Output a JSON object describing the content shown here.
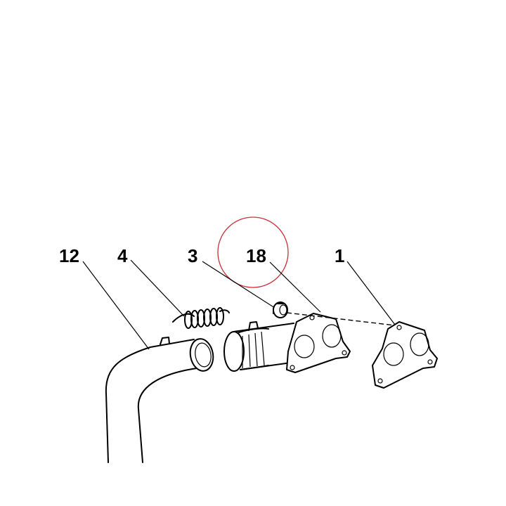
{
  "callouts": [
    {
      "id": "12",
      "label": "12"
    },
    {
      "id": "4",
      "label": "4"
    },
    {
      "id": "3",
      "label": "3"
    },
    {
      "id": "18",
      "label": "18"
    },
    {
      "id": "1",
      "label": "1"
    }
  ],
  "colors": {
    "line": "#000000",
    "highlight_circle": "#c8323c",
    "background": "#ffffff"
  }
}
